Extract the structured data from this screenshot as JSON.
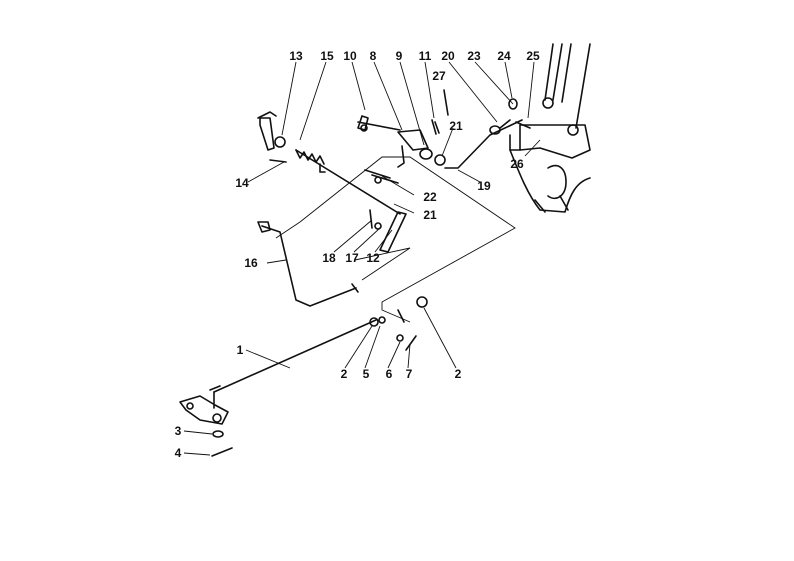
{
  "callouts": [
    {
      "text": "1"
    },
    {
      "text": "2"
    },
    {
      "text": "2"
    },
    {
      "text": "3"
    },
    {
      "text": "4"
    },
    {
      "text": "5"
    },
    {
      "text": "6"
    },
    {
      "text": "7"
    },
    {
      "text": "8"
    },
    {
      "text": "9"
    },
    {
      "text": "10"
    },
    {
      "text": "11"
    },
    {
      "text": "12"
    },
    {
      "text": "13"
    },
    {
      "text": "14"
    },
    {
      "text": "15"
    },
    {
      "text": "16"
    },
    {
      "text": "17"
    },
    {
      "text": "18"
    },
    {
      "text": "19"
    },
    {
      "text": "20"
    },
    {
      "text": "21"
    },
    {
      "text": "21"
    },
    {
      "text": "22"
    },
    {
      "text": "23"
    },
    {
      "text": "24"
    },
    {
      "text": "25"
    },
    {
      "text": "26"
    },
    {
      "text": "27"
    }
  ],
  "colors": {
    "ink": "#111111",
    "paper": "#ffffff"
  }
}
